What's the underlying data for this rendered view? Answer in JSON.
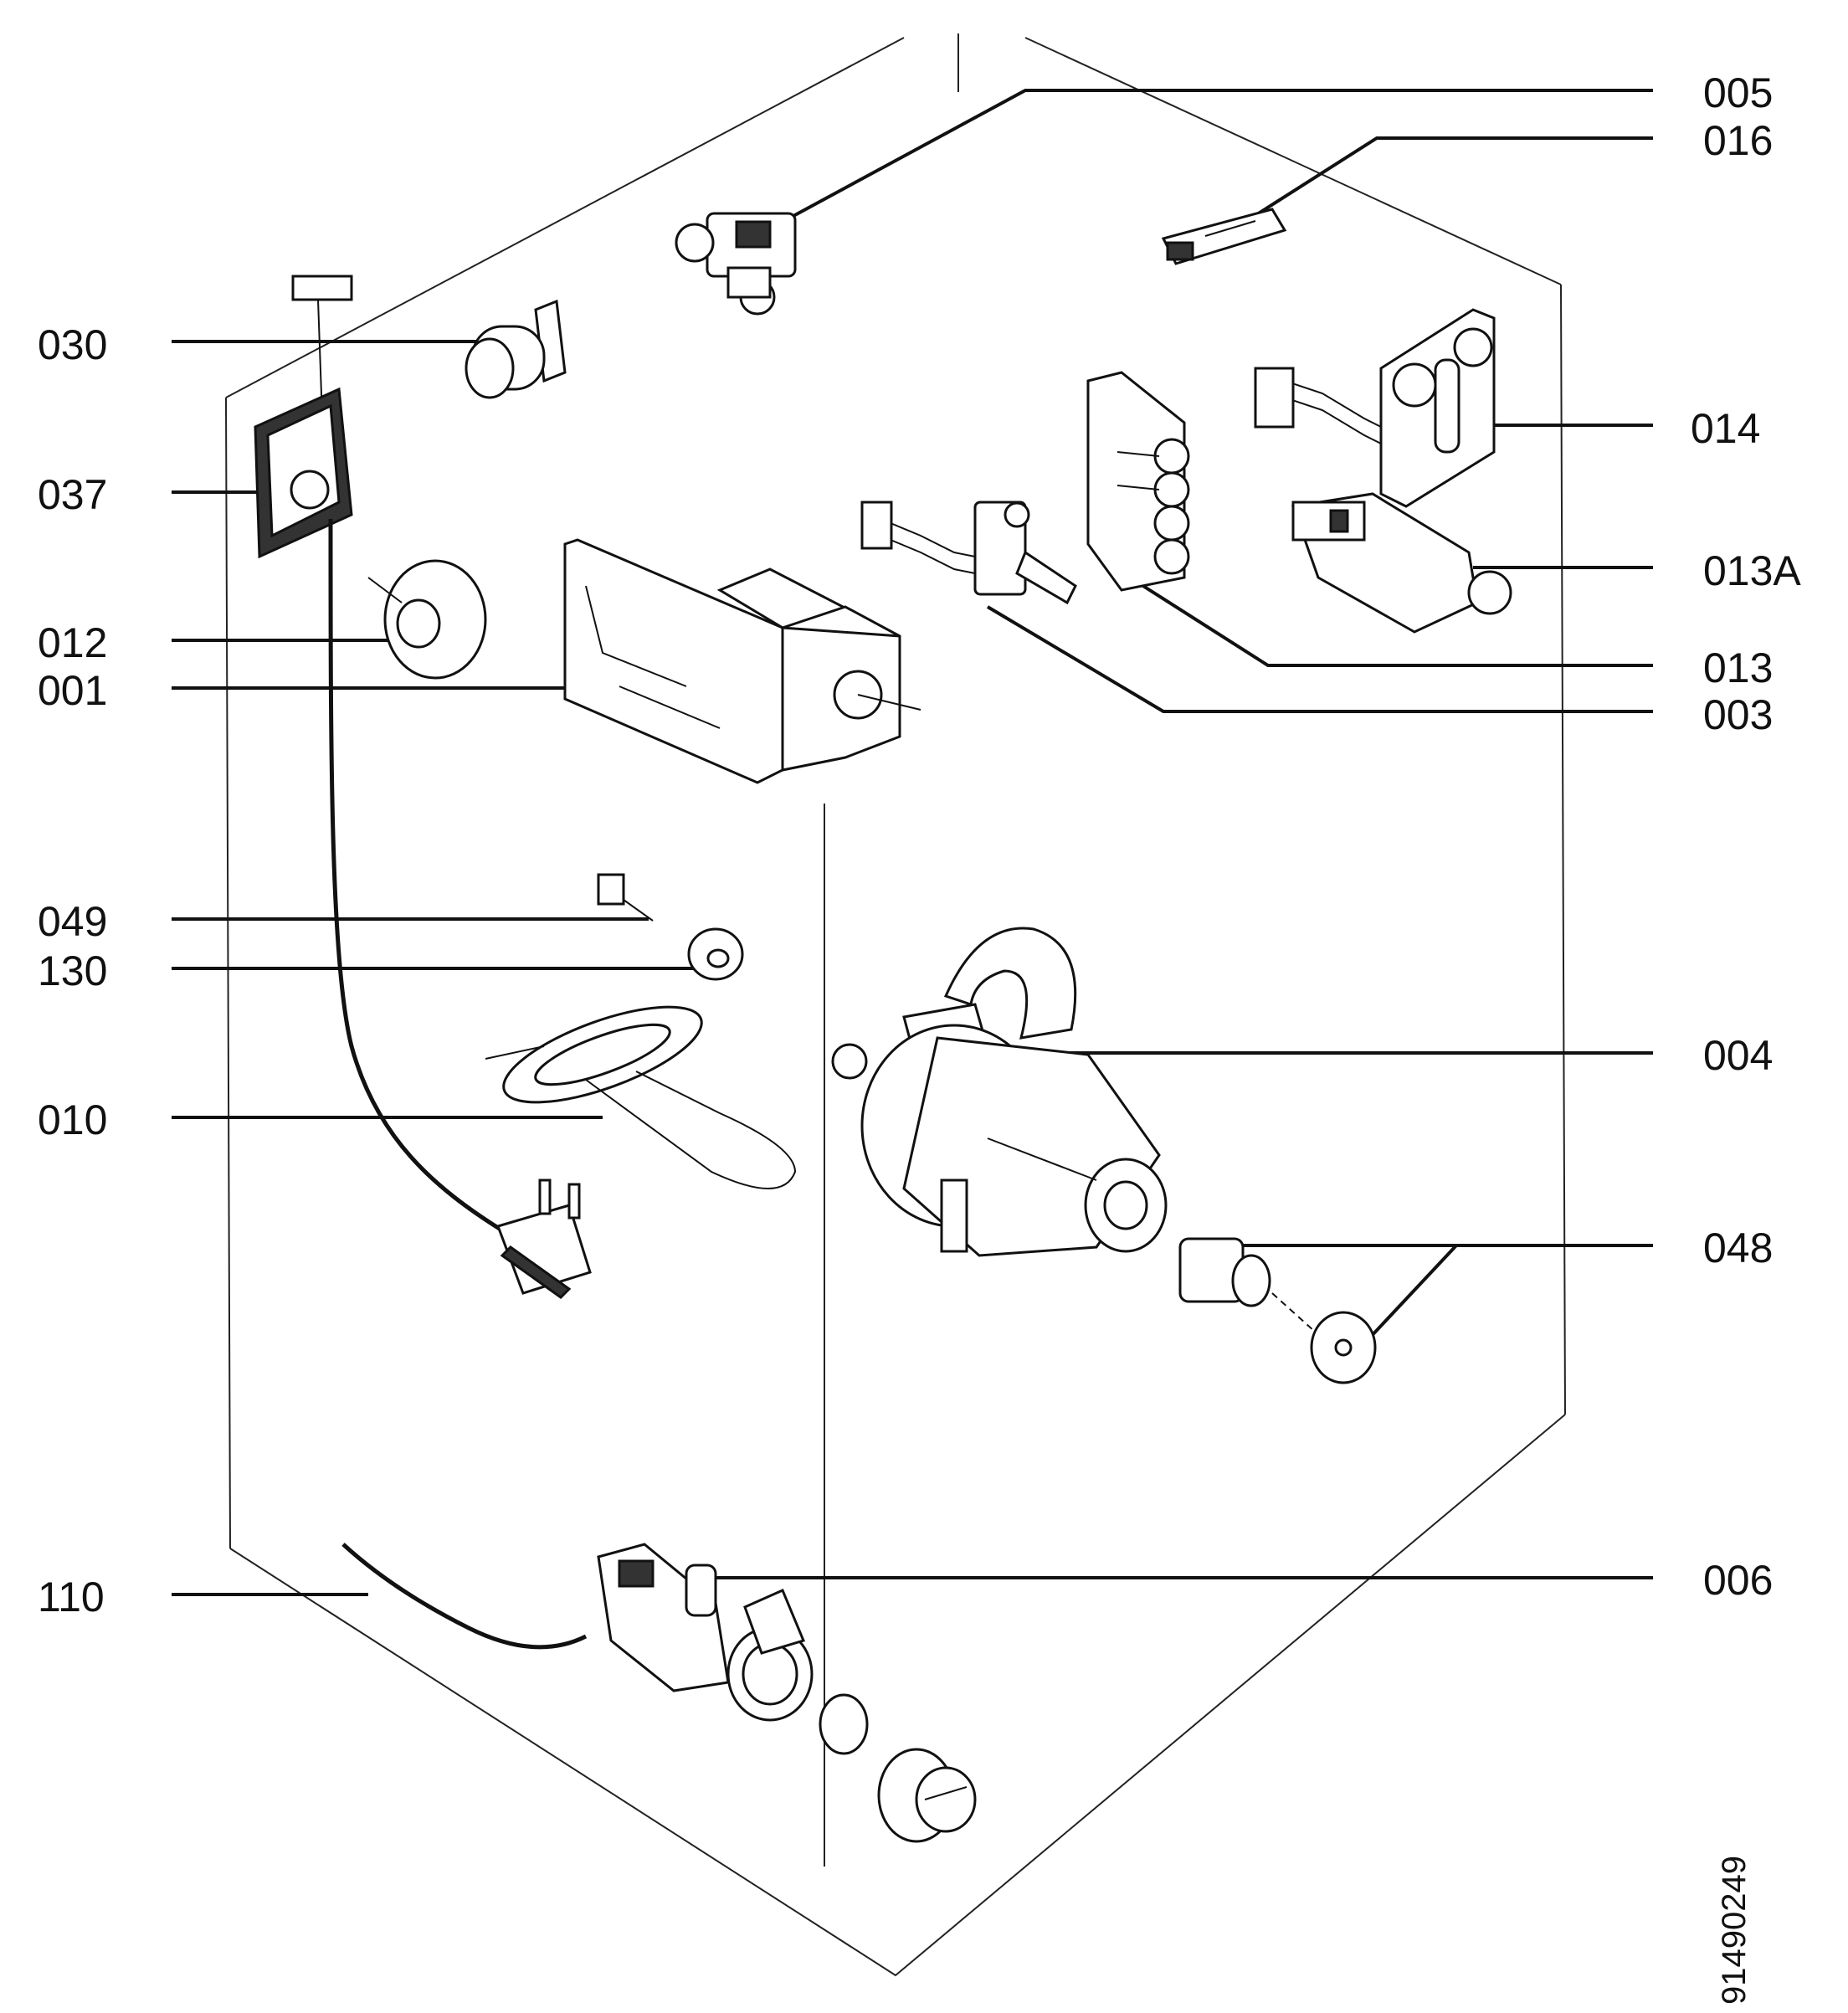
{
  "labels": {
    "p005": "005",
    "p016": "016",
    "p030": "030",
    "p014": "014",
    "p037": "037",
    "p013a": "013A",
    "p012": "012",
    "p001": "001",
    "p013": "013",
    "p003": "003",
    "p049": "049",
    "p130": "130",
    "p004": "004",
    "p010": "010",
    "p048": "048",
    "p110": "110",
    "p006": "006"
  },
  "drawing_code": "91490249"
}
